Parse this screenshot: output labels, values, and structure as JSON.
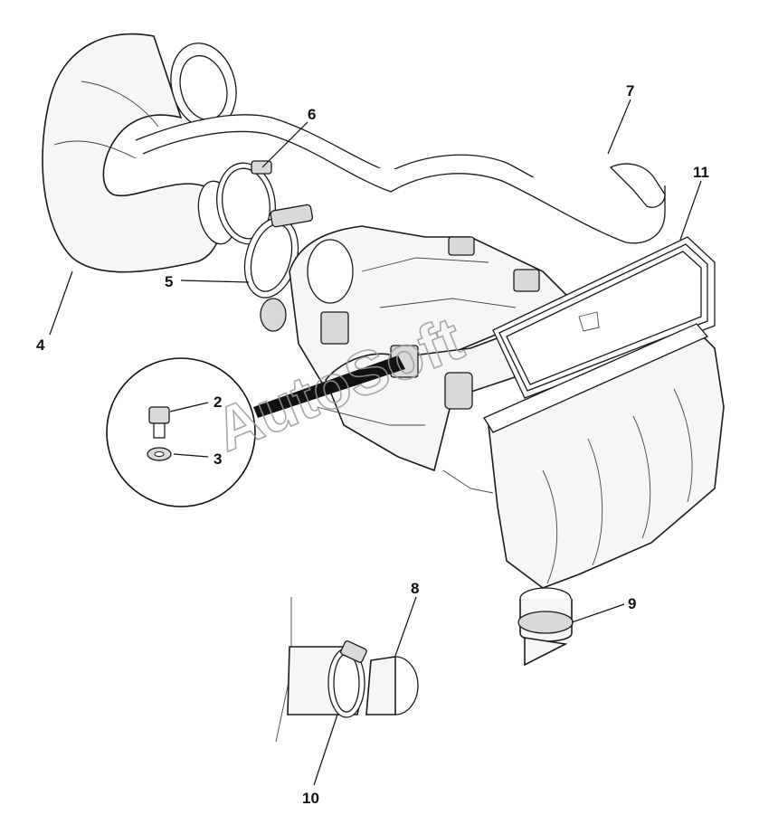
{
  "watermark": "AutoSoft",
  "callouts": {
    "c2": "2",
    "c3": "3",
    "c4": "4",
    "c5": "5",
    "c6": "6",
    "c7": "7",
    "c8": "8",
    "c9": "9",
    "c10": "10",
    "c11": "11"
  }
}
